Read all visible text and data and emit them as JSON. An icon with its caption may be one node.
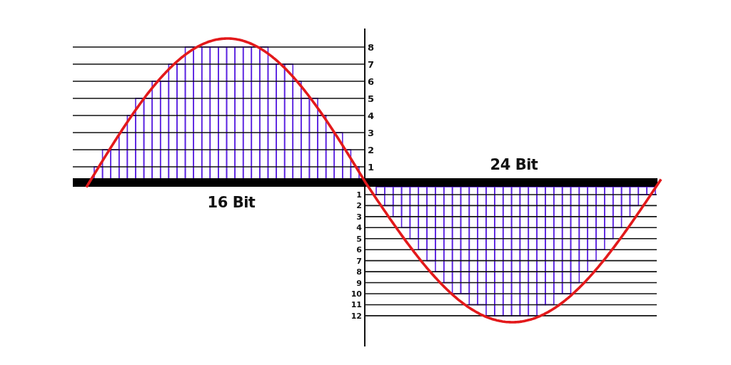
{
  "diagram": {
    "labels": [
      "8",
      "7",
      "6",
      "5",
      "4",
      "3",
      "2",
      "1",
      "24 Bit",
      "16 Bit",
      "1",
      "2",
      "3",
      "4",
      "5",
      "6",
      "7",
      "8",
      "9",
      "10",
      "11",
      "12"
    ]
  }
}
